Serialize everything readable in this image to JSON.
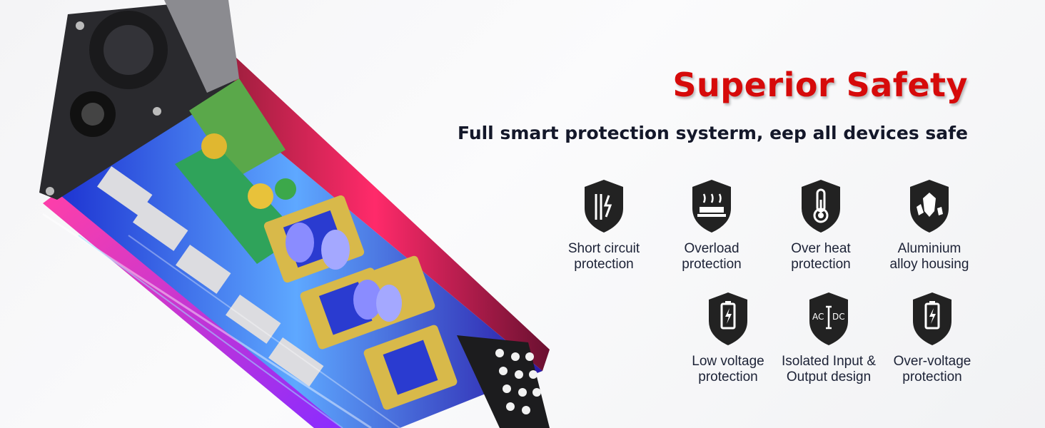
{
  "headline": "Superior Safety",
  "subtitle": "Full smart protection systerm, eep all devices safe",
  "colors": {
    "headline": "#d60a0a",
    "shield": "#222222",
    "text": "#1c2236"
  },
  "features": [
    {
      "icon": "short-circuit-icon",
      "label": "Short circuit\nprotection"
    },
    {
      "icon": "overload-icon",
      "label": "Overload\nprotection"
    },
    {
      "icon": "thermometer-icon",
      "label": "Over heat\nprotection"
    },
    {
      "icon": "aluminium-crystal-icon",
      "label": "Aluminium\nalloy housing"
    },
    {
      "icon": "low-battery-icon",
      "label": "Low voltage\nprotection"
    },
    {
      "icon": "ac-dc-icon",
      "label": "Isolated Input &\nOutput design"
    },
    {
      "icon": "battery-charging-icon",
      "label": "Over-voltage\nprotection"
    }
  ]
}
